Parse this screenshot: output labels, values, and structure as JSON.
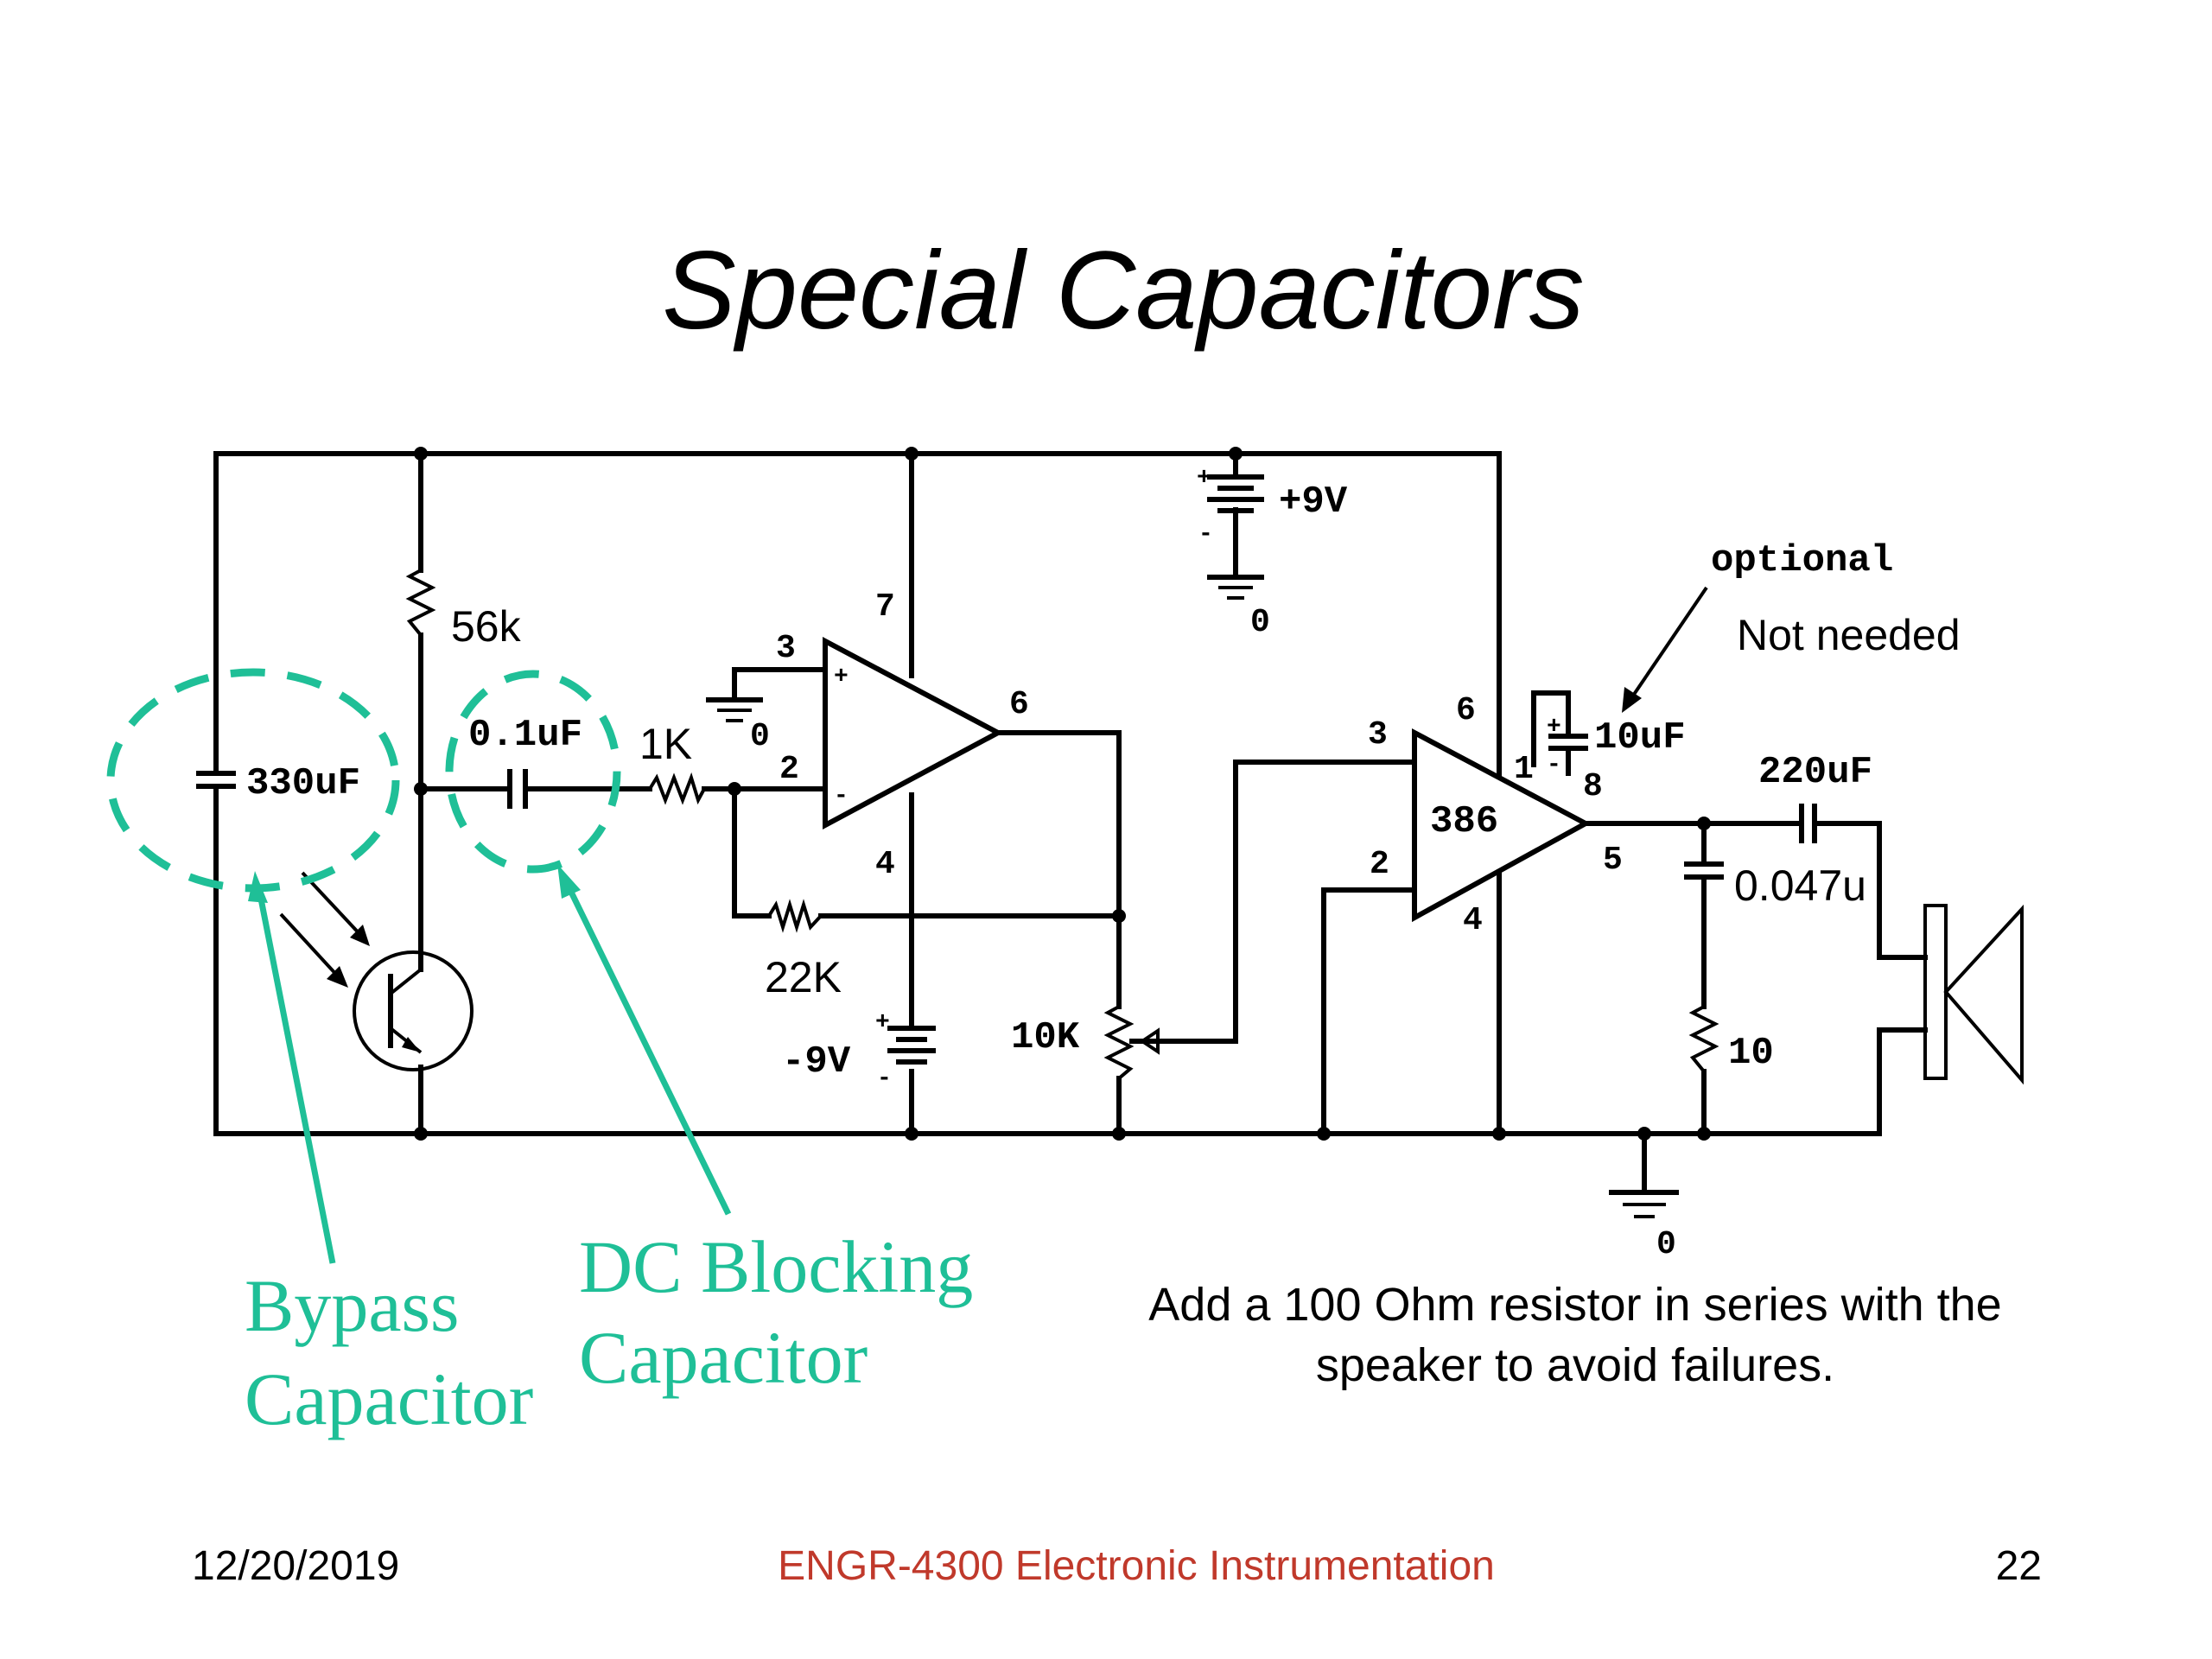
{
  "slide": {
    "title": "Special Capacitors",
    "date": "12/20/2019",
    "course": "ENGR-4300  Electronic Instrumentation",
    "page_number": "22"
  },
  "callouts": {
    "bypass_line1": "Bypass",
    "bypass_line2": "Capacitor",
    "dc_block_line1": "DC Blocking",
    "dc_block_line2": "Capacitor"
  },
  "note": {
    "line1": "Add a 100 Ohm resistor in series with the",
    "line2": "speaker to avoid failures."
  },
  "circuit": {
    "components": {
      "r_56k": "56k",
      "c_330uf": "330uF",
      "c_01uf": "0.1uF",
      "r_1k": "1K",
      "r_22k": "22K",
      "pot_10k": "10K",
      "bat_neg": "-9V",
      "bat_pos": "+9V",
      "c_10uf": "10uF",
      "c_220uf": "220uF",
      "c_0047u": "0.047u",
      "r_10": "10",
      "amp_386": "386"
    },
    "annotations": {
      "optional": "optional",
      "not_needed": "Not needed"
    },
    "pins": {
      "op_in_plus": "3",
      "op_in_minus": "2",
      "op_out": "6",
      "op_vplus": "7",
      "op_vminus": "4",
      "lm_in_plus": "3",
      "lm_in_minus": "2",
      "lm_vs": "6",
      "lm_out": "5",
      "lm_gnd": "4",
      "lm_gain1": "1",
      "lm_gain8": "8"
    },
    "grounds": {
      "gnd_opamp": "0",
      "gnd_battery": "0",
      "gnd_main": "0"
    },
    "signs": {
      "plus": "+",
      "minus": "-"
    },
    "colors": {
      "callout": "#1fbf97",
      "footer_course": "#c0392b",
      "wire": "#000000"
    }
  }
}
